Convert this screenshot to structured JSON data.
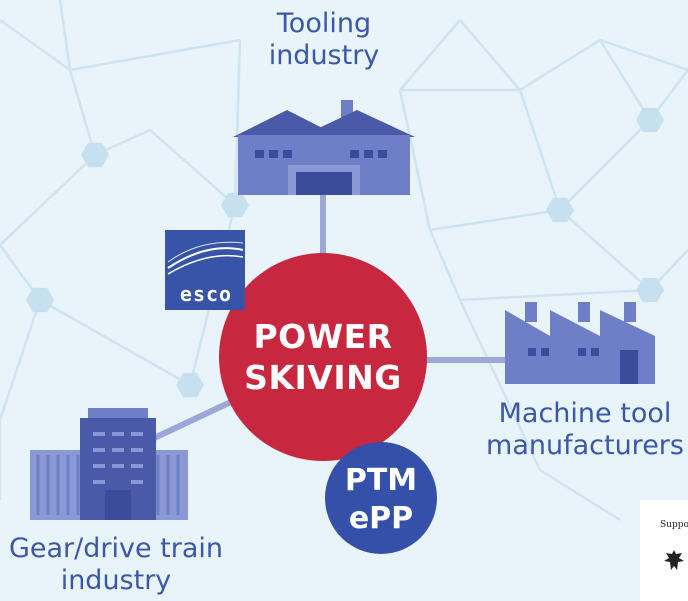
{
  "diagram": {
    "center_node": {
      "label_line1": "POWER",
      "label_line2": "SKIVING",
      "color": "#c8283f"
    },
    "secondary_node": {
      "label_line1": "PTM",
      "label_line2": "ePP",
      "color": "#3450a8"
    },
    "logo": {
      "text": "esco"
    },
    "nodes": [
      {
        "id": "tooling",
        "label_line1": "Tooling",
        "label_line2": "industry"
      },
      {
        "id": "machine-tool",
        "label_line1": "Machine tool",
        "label_line2": "manufacturers"
      },
      {
        "id": "gear-drive",
        "label_line1": "Gear/drive train",
        "label_line2": "industry"
      }
    ],
    "support_notice": {
      "text": "Suppo"
    }
  },
  "colors": {
    "background": "#e9f3fa",
    "network_line": "#cfe5f2",
    "network_node": "#c7e1f0",
    "building": "#6f7fc7",
    "building_dark": "#4a5aa8",
    "connector": "#9aa7d8",
    "label_text": "#3b58a8"
  }
}
